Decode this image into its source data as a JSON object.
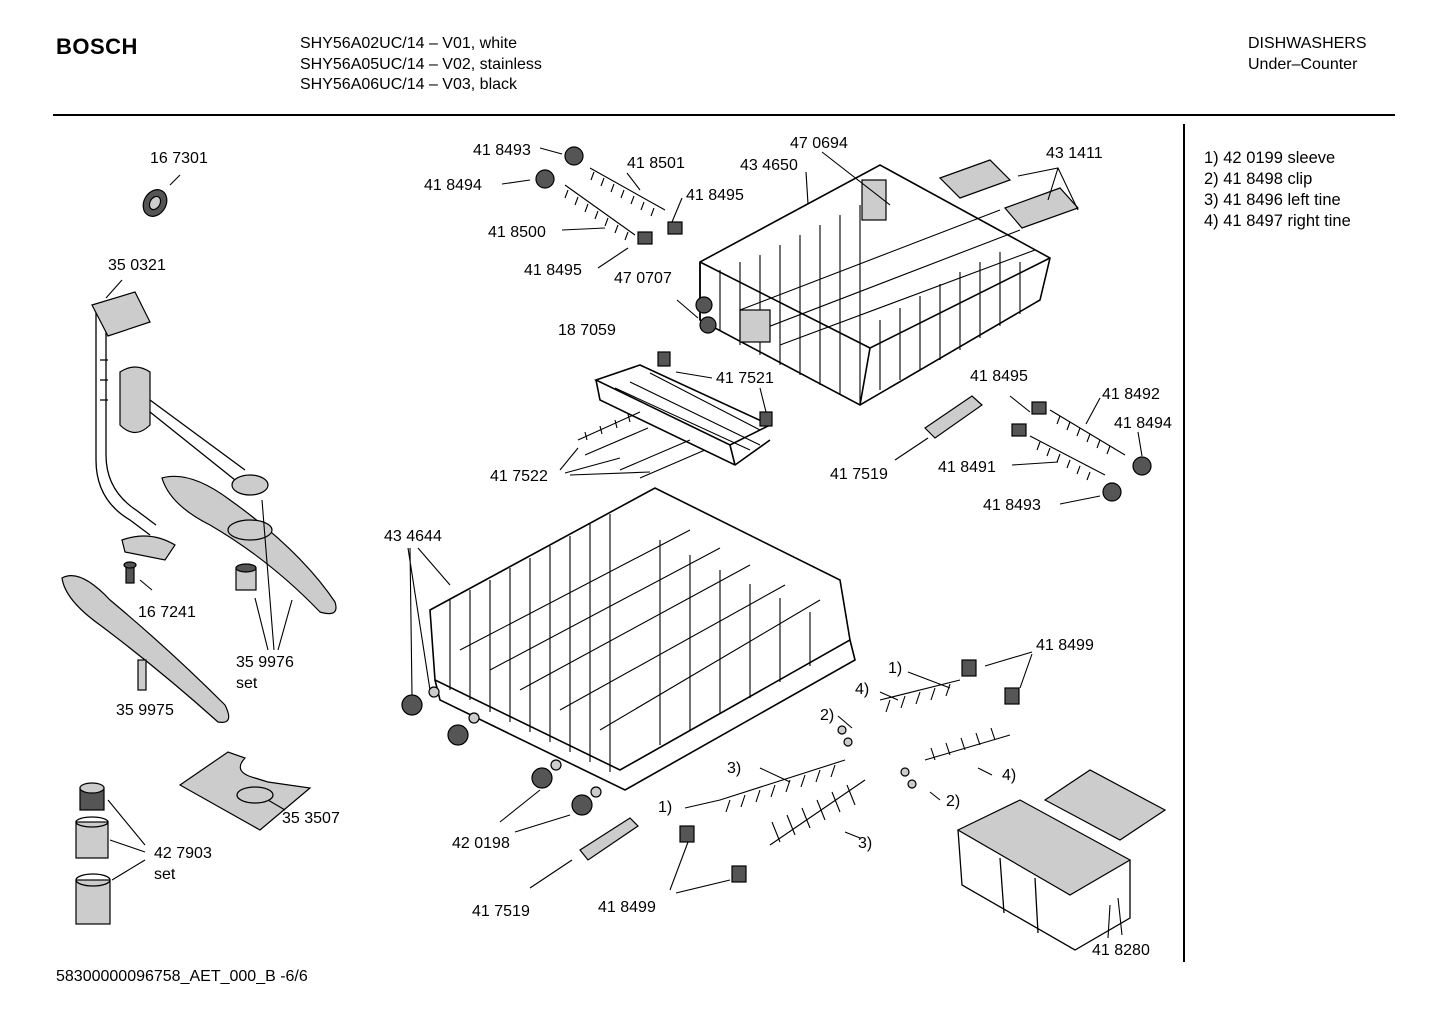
{
  "header": {
    "brand": "BOSCH",
    "models": [
      "SHY56A02UC/14 – V01, white",
      "SHY56A05UC/14 – V02, stainless",
      "SHY56A06UC/14 – V03, black"
    ],
    "category": "DISHWASHERS",
    "subcategory": "Under–Counter"
  },
  "legend": [
    "1) 42 0199 sleeve",
    "2) 41 8498 clip",
    "3) 41 8496 left tine",
    "4) 41 8497 right tine"
  ],
  "footer": "58300000096758_AET_000_B  -6/6",
  "parts": {
    "p167301": "16 7301",
    "p350321": "35 0321",
    "p167241": "16 7241",
    "p359976": "35 9976",
    "p359976_set": "set",
    "p359975": "35 9975",
    "p353507": "35 3507",
    "p427903": "42 7903",
    "p427903_set": "set",
    "p418493a": "41 8493",
    "p418494a": "41 8494",
    "p418501": "41 8501",
    "p418495a": "41 8495",
    "p418500": "41 8500",
    "p418495b": "41 8495",
    "p470694": "47 0694",
    "p434650": "43 4650",
    "p431411": "43 1411",
    "p470707": "47 0707",
    "p187059": "18 7059",
    "p417521": "41 7521",
    "p418495c": "41 8495",
    "p418492": "41 8492",
    "p418494b": "41 8494",
    "p417522": "41 7522",
    "p417519a": "41 7519",
    "p418491": "41 8491",
    "p418493b": "41 8493",
    "p434644": "43 4644",
    "p418499a": "41 8499",
    "p420198": "42 0198",
    "p417519b": "41 7519",
    "p418499b": "41 8499",
    "p418280": "41 8280",
    "c1a": "1)",
    "c4a": "4)",
    "c2a": "2)",
    "c3a": "3)",
    "c4b": "4)",
    "c2b": "2)",
    "c1b": "1)",
    "c3b": "3)"
  }
}
